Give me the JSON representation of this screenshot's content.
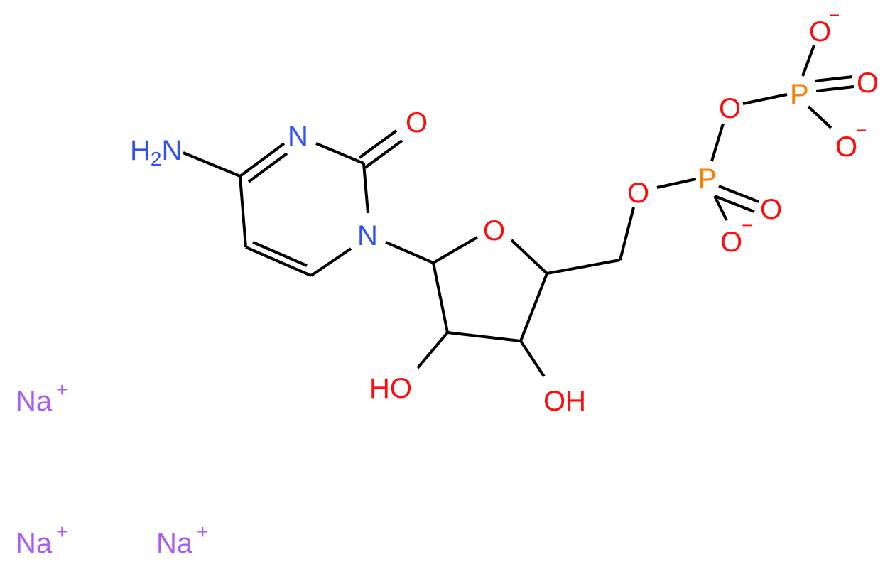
{
  "colors": {
    "bond": "#000000",
    "oxygen": "#ff0d0d",
    "nitrogen": "#3050f8",
    "phosphorus": "#ff8000",
    "sodium": "#ab5cf2",
    "background": "#ffffff"
  },
  "atoms": {
    "nh2": {
      "main": "H",
      "sub": "2",
      "tail": "N"
    },
    "n3": "N",
    "o2": "O",
    "n1": "N",
    "o_ring": "O",
    "oh2": "HO",
    "oh3": "OH",
    "o5": "O",
    "p_alpha": "P",
    "o_alpha_double": "O",
    "o_alpha_minus": "O",
    "o_bridge": "O",
    "p_beta": "P",
    "o_beta_top": "O",
    "o_beta_double": "O",
    "o_beta_minus": "O"
  },
  "charges": {
    "minus": "−",
    "plus": "+"
  },
  "counterions": [
    {
      "symbol": "Na",
      "charge": "+"
    },
    {
      "symbol": "Na",
      "charge": "+"
    },
    {
      "symbol": "Na",
      "charge": "+"
    }
  ]
}
